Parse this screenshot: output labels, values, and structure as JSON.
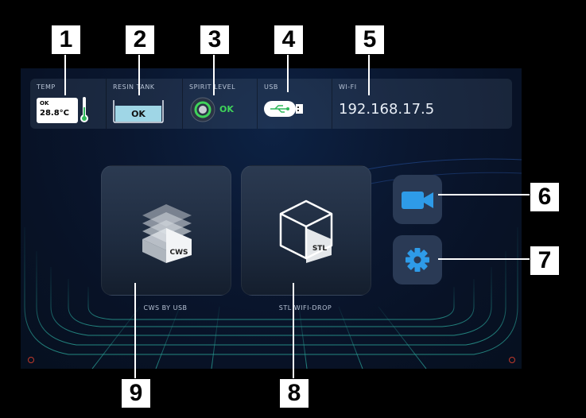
{
  "status_bar": {
    "temp": {
      "label": "TEMP",
      "status": "OK",
      "value": "28.8°C"
    },
    "resin_tank": {
      "label": "RESIN TANK",
      "status": "OK"
    },
    "spirit_level": {
      "label": "SPIRIT LEVEL",
      "status": "OK"
    },
    "usb": {
      "label": "USB"
    },
    "wifi": {
      "label": "WI-FI",
      "ip": "192.168.17.5"
    }
  },
  "tiles": {
    "cws": {
      "label": "CWS BY USB",
      "icon_text": "CWS"
    },
    "stl": {
      "label": "STL WIFI-DROP",
      "icon_text": "STL"
    }
  },
  "side_buttons": {
    "camera": {
      "icon": "video-camera-icon"
    },
    "settings": {
      "icon": "gear-icon"
    }
  },
  "callouts": {
    "n1": "1",
    "n2": "2",
    "n3": "3",
    "n4": "4",
    "n5": "5",
    "n6": "6",
    "n7": "7",
    "n8": "8",
    "n9": "9"
  },
  "colors": {
    "accent_blue": "#2e9be8",
    "ok_green": "#3fd25a",
    "grid_teal": "#1f8f8a"
  }
}
